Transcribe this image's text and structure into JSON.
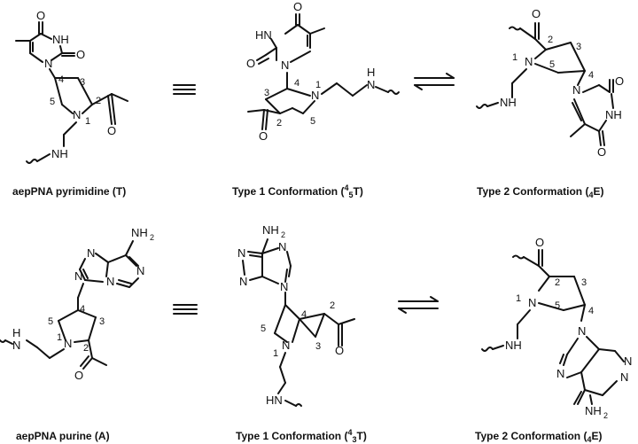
{
  "captions": {
    "pyrimidine": "aepPNA pyrimidine (T)",
    "type1_t_prefix": "Type 1 Conformation (",
    "type1_t_sup": "4",
    "type1_t_sub": "5",
    "type1_t_suffix": "T)",
    "type2_t_prefix": "Type 2 Conformation (",
    "type2_t_sub": "4",
    "type2_t_suffix": "E)",
    "purine": "aepPNA purine (A)",
    "type1_a_prefix": "Type 1 Conformation (",
    "type1_a_sup": "4",
    "type1_a_sub": "3",
    "type1_a_suffix": "T)",
    "type2_a_prefix": "Type 2 Conformation (",
    "type2_a_sub": "4",
    "type2_a_suffix": "E)"
  },
  "atoms": {
    "o": "O",
    "n": "N",
    "nh": "NH",
    "hn": "HN",
    "h": "H",
    "nh2": "NH",
    "two": "2"
  },
  "positions": {
    "p1": "1",
    "p2": "2",
    "p3": "3",
    "p4": "4",
    "p5": "5"
  }
}
